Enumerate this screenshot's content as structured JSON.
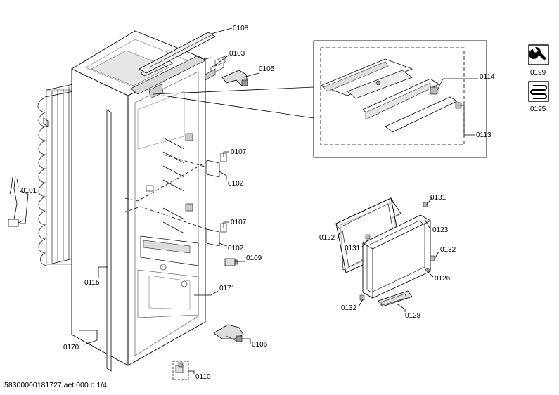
{
  "labels": {
    "p0108": "0108",
    "p0103": "0103",
    "p0105": "0105",
    "p0114": "0114",
    "p0113": "0113",
    "p0107a": "0107",
    "p0102a": "0102",
    "p0107b": "0107",
    "p0102b": "0102",
    "p0109": "0109",
    "p0101": "0101",
    "p0115": "0115",
    "p0171": "0171",
    "p0170": "0170",
    "p0106": "0106",
    "p0110": "0110",
    "p0131a": "0131",
    "p0122": "0122",
    "p0131b": "0131",
    "p0123": "0123",
    "p0132a": "0132",
    "p0126": "0126",
    "p0132b": "0132",
    "p0128": "0128",
    "p0199": "0199",
    "p0195": "0195"
  },
  "footer": "58300000181727 aet 000 b 1/4"
}
